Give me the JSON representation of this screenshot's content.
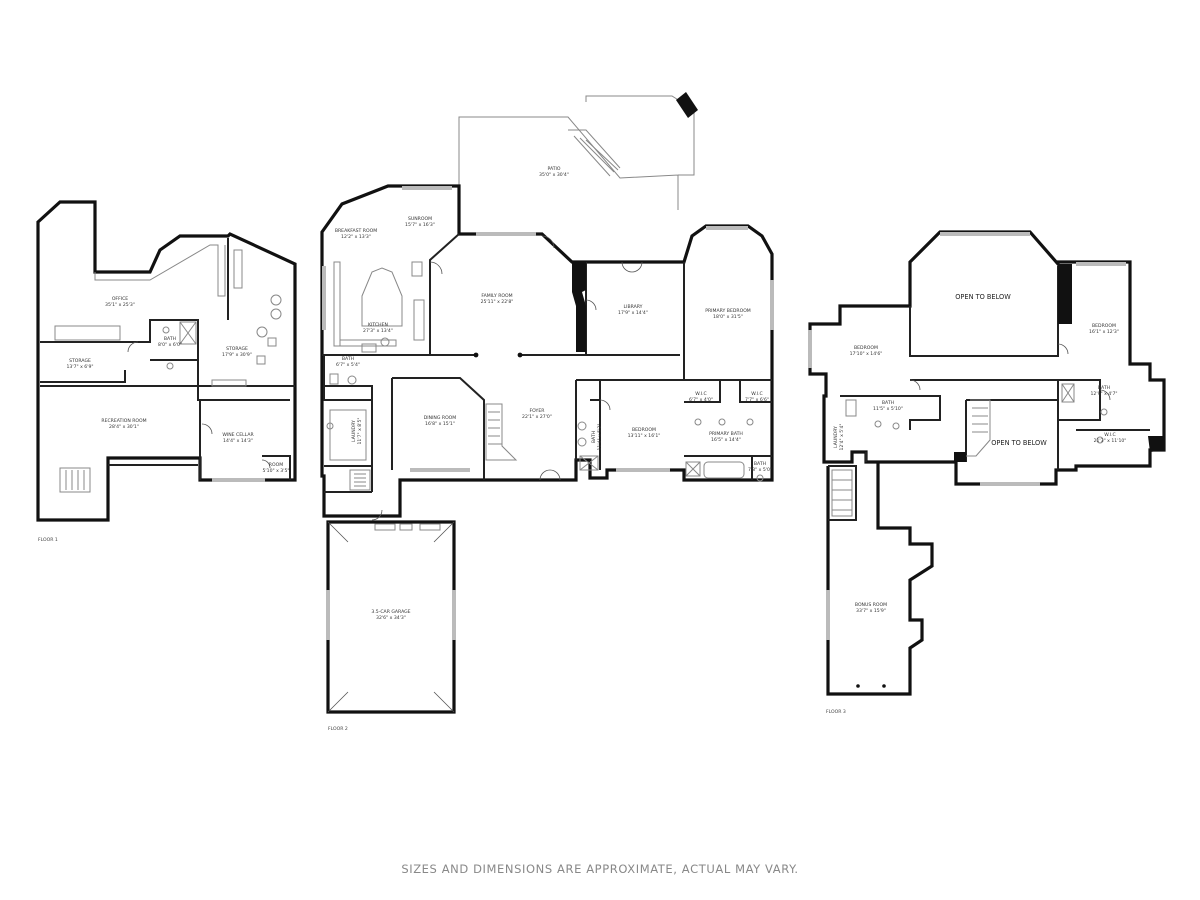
{
  "disclaimer": "SIZES AND DIMENSIONS ARE APPROXIMATE, ACTUAL MAY VARY.",
  "floors": [
    {
      "label": "FLOOR 1",
      "rooms": [
        {
          "name": "OFFICE",
          "dims": "35'1\" x 25'3\""
        },
        {
          "name": "STORAGE",
          "dims": "13'7\" x 6'9\""
        },
        {
          "name": "BATH",
          "dims": "8'0\" x 6'0\""
        },
        {
          "name": "STORAGE",
          "dims": "17'9\" x 30'9\""
        },
        {
          "name": "RECREATION ROOM",
          "dims": "28'4\" x 30'1\""
        },
        {
          "name": "WINE CELLAR",
          "dims": "14'4\" x 14'3\""
        },
        {
          "name": "ROOM",
          "dims": "5'10\" x 3'5\""
        }
      ]
    },
    {
      "label": "FLOOR 2",
      "rooms": [
        {
          "name": "PATIO",
          "dims": "35'0\" x 30'4\""
        },
        {
          "name": "BREAKFAST ROOM",
          "dims": "12'2\" x 13'3\""
        },
        {
          "name": "SUNROOM",
          "dims": "15'7\" x 16'3\""
        },
        {
          "name": "KITCHEN",
          "dims": "27'3\" x 13'4\""
        },
        {
          "name": "FAMILY ROOM",
          "dims": "25'11\" x 22'8\""
        },
        {
          "name": "LIBRARY",
          "dims": "17'9\" x 14'4\""
        },
        {
          "name": "PRIMARY BEDROOM",
          "dims": "18'0\" x 31'5\""
        },
        {
          "name": "BATH",
          "dims": "6'7\" x 5'4\""
        },
        {
          "name": "LAUNDRY",
          "dims": "11'7\" x 8'5\""
        },
        {
          "name": "DINING ROOM",
          "dims": "16'8\" x 15'1\""
        },
        {
          "name": "FOYER",
          "dims": "22'1\" x 27'0\""
        },
        {
          "name": "BATH",
          "dims": "11'4\" x 5'2\""
        },
        {
          "name": "BEDROOM",
          "dims": "13'11\" x 16'1\""
        },
        {
          "name": "W.I.C",
          "dims": "6'7\" x 4'0\""
        },
        {
          "name": "W.I.C",
          "dims": "7'7\" x 6'6\""
        },
        {
          "name": "PRIMARY BATH",
          "dims": "16'5\" x 14'4\""
        },
        {
          "name": "BATH",
          "dims": "7'8\" x 5'0\""
        },
        {
          "name": "3.5-CAR GARAGE",
          "dims": "32'6\" x 34'3\""
        }
      ]
    },
    {
      "label": "FLOOR 3",
      "rooms": [
        {
          "name": "OPEN TO BELOW",
          "dims": ""
        },
        {
          "name": "BEDROOM",
          "dims": "17'10\" x 14'6\""
        },
        {
          "name": "BATH",
          "dims": "11'5\" x 5'10\""
        },
        {
          "name": "BEDROOM",
          "dims": "16'1\" x 12'3\""
        },
        {
          "name": "BATH",
          "dims": "12'9\" x 4'7\""
        },
        {
          "name": "W.I.C",
          "dims": "21'3\" x 11'10\""
        },
        {
          "name": "LAUNDRY",
          "dims": "12'4\" x 5'4\""
        },
        {
          "name": "OPEN TO BELOW",
          "dims": ""
        },
        {
          "name": "BONUS ROOM",
          "dims": "33'7\" x 15'9\""
        }
      ]
    }
  ]
}
